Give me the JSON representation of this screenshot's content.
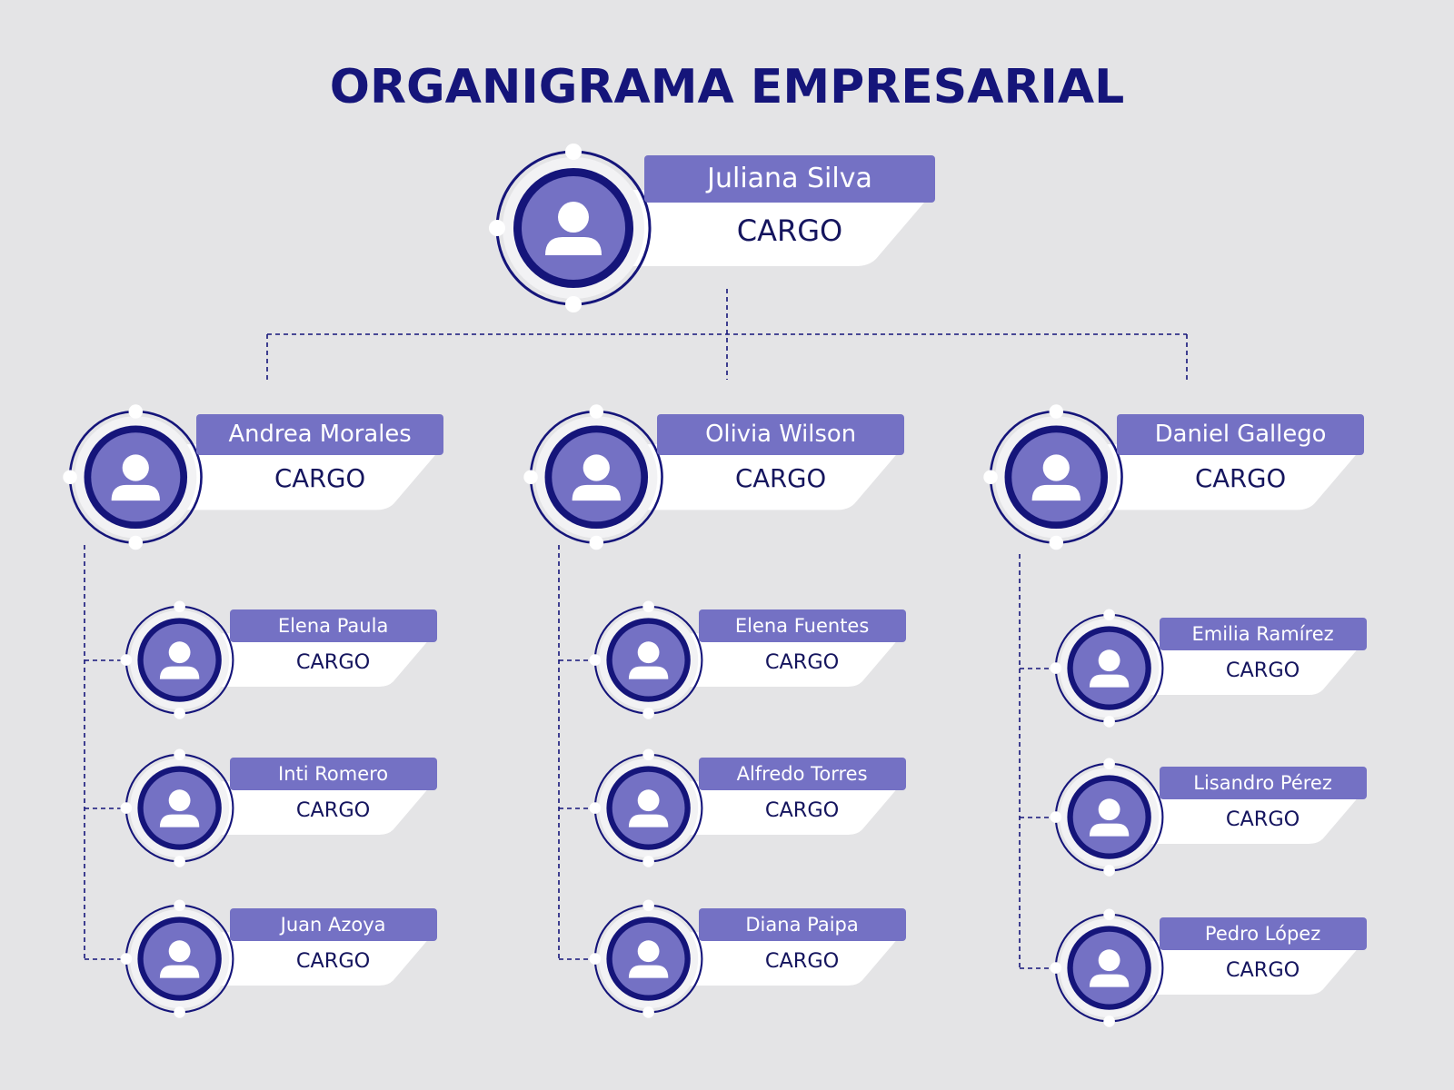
{
  "title": "ORGANIGRAMA EMPRESARIAL",
  "colors": {
    "background": "#e4e4e6",
    "navy": "#15157a",
    "purple": "#7471c4",
    "card": "#ffffff",
    "icon": "#ffffff"
  },
  "icon": "person-icon",
  "org": {
    "root": {
      "name": "Juliana Silva",
      "role": "CARGO"
    },
    "managers": [
      {
        "name": "Andrea Morales",
        "role": "CARGO",
        "reports": [
          {
            "name": "Elena Paula",
            "role": "CARGO"
          },
          {
            "name": "Inti Romero",
            "role": "CARGO"
          },
          {
            "name": "Juan Azoya",
            "role": "CARGO"
          }
        ]
      },
      {
        "name": "Olivia Wilson",
        "role": "CARGO",
        "reports": [
          {
            "name": "Elena Fuentes",
            "role": "CARGO"
          },
          {
            "name": "Alfredo Torres",
            "role": "CARGO"
          },
          {
            "name": "Diana Paipa",
            "role": "CARGO"
          }
        ]
      },
      {
        "name": "Daniel Gallego",
        "role": "CARGO",
        "reports": [
          {
            "name": "Emilia Ramírez",
            "role": "CARGO"
          },
          {
            "name": "Lisandro Pérez",
            "role": "CARGO"
          },
          {
            "name": "Pedro López",
            "role": "CARGO"
          }
        ]
      }
    ]
  }
}
